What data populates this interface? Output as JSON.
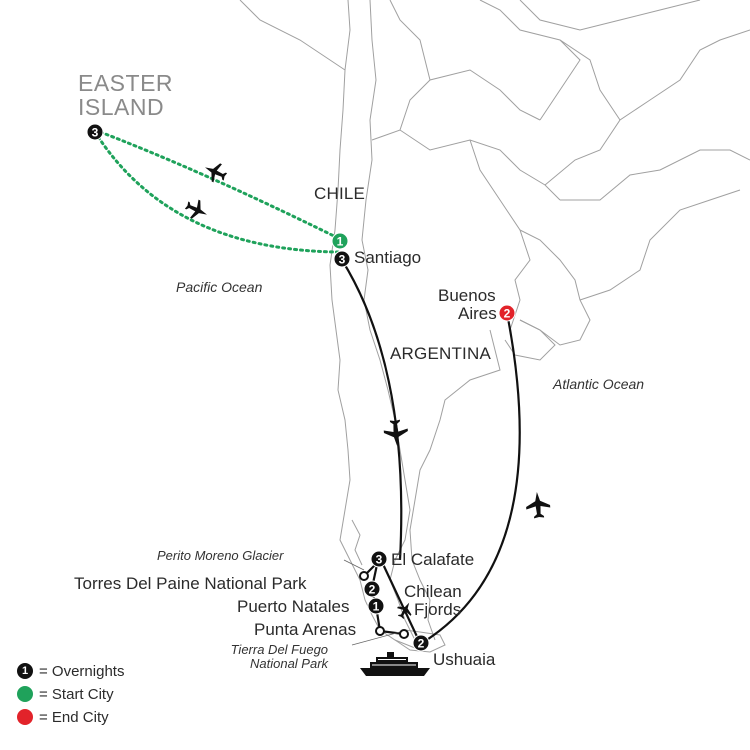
{
  "labels": {
    "easter_line1": "EASTER",
    "easter_line2": "ISLAND",
    "chile": "CHILE",
    "santiago": "Santiago",
    "pacific": "Pacific Ocean",
    "buenos1": "Buenos",
    "buenos2": "Aires",
    "argentina": "ARGENTINA",
    "atlantic": "Atlantic Ocean",
    "perito": "Perito Moreno Glacier",
    "calafate": "El Calafate",
    "torres": "Torres Del Paine National Park",
    "chilean1": "Chilean",
    "chilean2": "Fjords",
    "natales": "Puerto Natales",
    "arenas": "Punta Arenas",
    "fuego1": "Tierra Del Fuego",
    "fuego2": "National Park",
    "ushuaia": "Ushuaia"
  },
  "stops": {
    "easter": "3",
    "santiago_start": "1",
    "santiago": "3",
    "buenos": "2",
    "calafate": "3",
    "torres": "2",
    "natales": "1",
    "ushuaia": "2"
  },
  "legend": [
    {
      "marker": "1",
      "text": "= Overnights",
      "kind": "black"
    },
    {
      "marker": "",
      "text": "= Start City",
      "kind": "green"
    },
    {
      "marker": "",
      "text": "= End City",
      "kind": "red"
    }
  ],
  "colors": {
    "route": "#111111",
    "flight_dotted": "#1fa25b",
    "start": "#1fa25b",
    "end": "#e2232a",
    "borders": "#9a9a9a"
  },
  "icons": [
    "plane-icon",
    "ship-icon"
  ]
}
